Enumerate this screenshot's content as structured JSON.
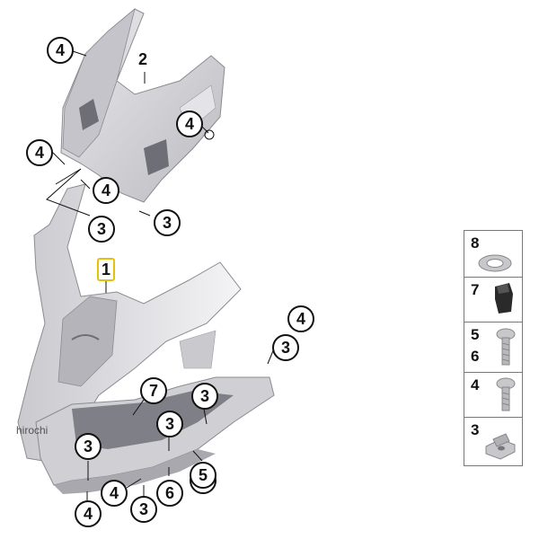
{
  "watermark": "hirochi",
  "highlight_callout": "1",
  "plain_callout": "2",
  "callouts": [
    "4",
    "4",
    "4",
    "4",
    "3",
    "3",
    "3",
    "4",
    "3",
    "7",
    "3",
    "3",
    "3",
    "5",
    "6",
    "4",
    "3",
    "4"
  ],
  "legend": {
    "rows": [
      {
        "numbers": [
          "8"
        ],
        "part_icon": "washer-icon"
      },
      {
        "numbers": [
          "7"
        ],
        "part_icon": "clip-nut-icon"
      },
      {
        "numbers": [
          "5",
          "6"
        ],
        "part_icon": "screw-icon"
      },
      {
        "numbers": [
          "4"
        ],
        "part_icon": "screw-icon"
      },
      {
        "numbers": [
          "3"
        ],
        "part_icon": "spring-nut-icon"
      }
    ]
  },
  "colors": {
    "outline": "#111111",
    "highlight": "#e3c20c",
    "part_fill": "#d9d9dd",
    "part_shade": "#a8a8ae"
  }
}
